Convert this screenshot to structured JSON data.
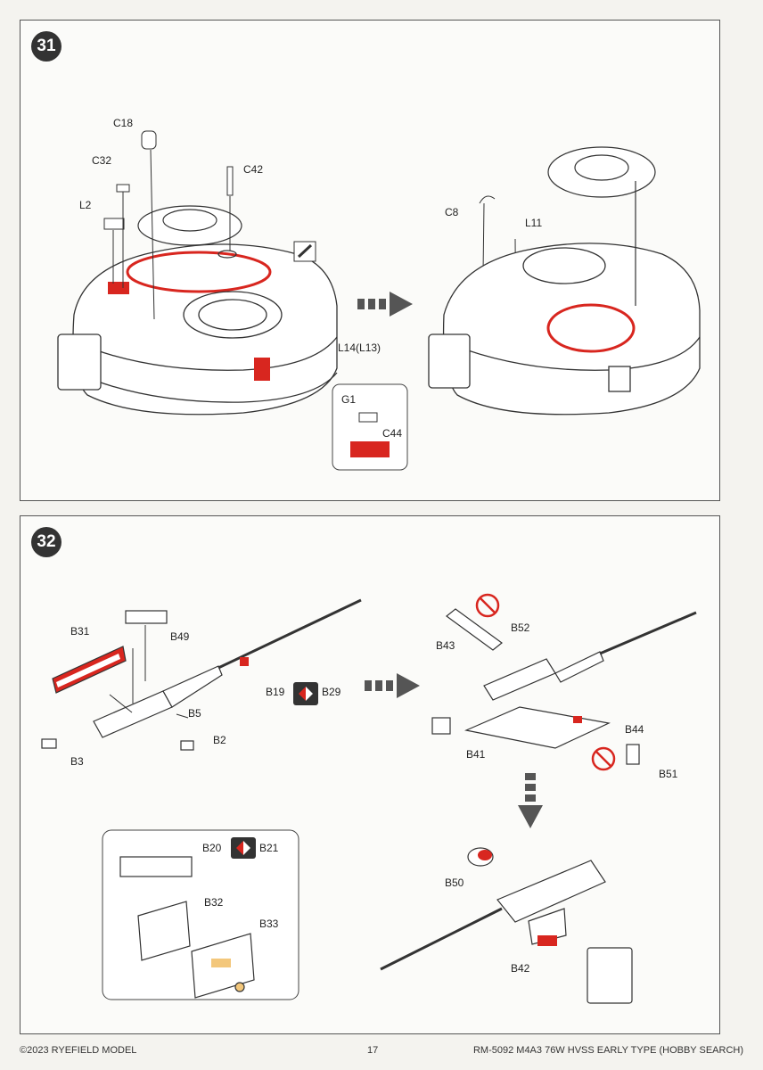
{
  "steps": [
    {
      "number": "31",
      "labels": {
        "c18": "C18",
        "c32": "C32",
        "c42": "C42",
        "l2": "L2",
        "c8": "C8",
        "l11": "L11",
        "l14": "L14(L13)",
        "g1": "G1",
        "c44": "C44"
      }
    },
    {
      "number": "32",
      "labels": {
        "b31": "B31",
        "b49": "B49",
        "b19": "B19",
        "b29": "B29",
        "b5": "B5",
        "b2": "B2",
        "b3": "B3",
        "b43": "B43",
        "b52": "B52",
        "b44": "B44",
        "b41": "B41",
        "b51": "B51",
        "b20": "B20",
        "b21": "B21",
        "b32": "B32",
        "b33": "B33",
        "b50": "B50",
        "b42": "B42"
      }
    }
  ],
  "footer": {
    "copyright": "©2023 RYEFIELD MODEL",
    "page": "17",
    "product": "RM-5092 M4A3 76W HVSS EARLY TYPE (HOBBY SEARCH)"
  },
  "colors": {
    "accent_red": "#d8261f",
    "line": "#333333"
  }
}
